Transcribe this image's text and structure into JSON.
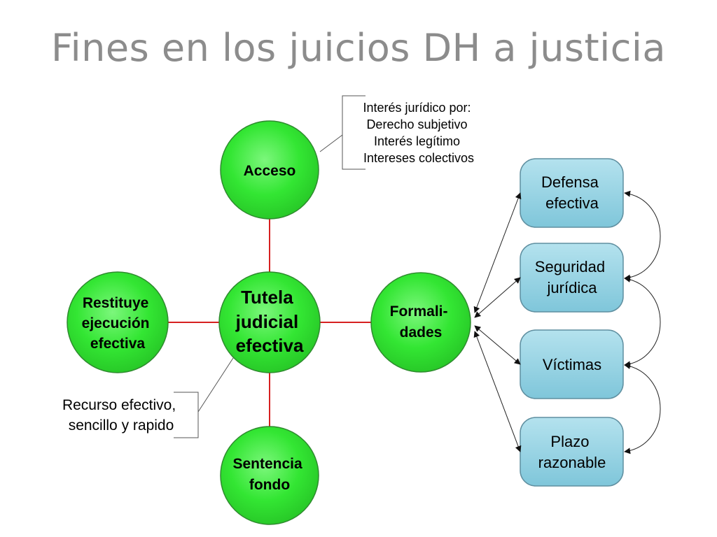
{
  "title": "Fines en los juicios DH a justicia",
  "center": {
    "lines": [
      "Tutela",
      "judicial",
      "efectiva"
    ]
  },
  "satellites": {
    "acceso": {
      "lines": [
        "Acceso"
      ]
    },
    "restituye": {
      "lines": [
        "Restituye",
        "ejecución",
        "efectiva"
      ]
    },
    "sentencia": {
      "lines": [
        "Sentencia",
        "fondo"
      ]
    },
    "formalidades": {
      "lines": [
        "Formali-",
        "dades"
      ]
    }
  },
  "notes": {
    "interes": {
      "lines": [
        "Interés jurídico por:",
        "Derecho subjetivo",
        "Interés legítimo",
        "Intereses colectivos"
      ]
    },
    "recurso": {
      "lines": [
        "Recurso efectivo,",
        "sencillo y rapido"
      ]
    }
  },
  "boxes": [
    {
      "id": "defensa",
      "lines": [
        "Defensa",
        "efectiva"
      ]
    },
    {
      "id": "seguridad",
      "lines": [
        "Seguridad",
        "jurídica"
      ]
    },
    {
      "id": "victimas",
      "lines": [
        "Víctimas"
      ]
    },
    {
      "id": "plazo",
      "lines": [
        "Plazo",
        "razonable"
      ]
    }
  ],
  "colors": {
    "title": "#8c8c8c",
    "circle_fill": "#33e633",
    "circle_stroke": "#2e8b2e",
    "spoke": "#d62020",
    "box_fill": "#8ecfe0",
    "box_stroke": "#5f8fa0",
    "arrow": "#222222"
  }
}
